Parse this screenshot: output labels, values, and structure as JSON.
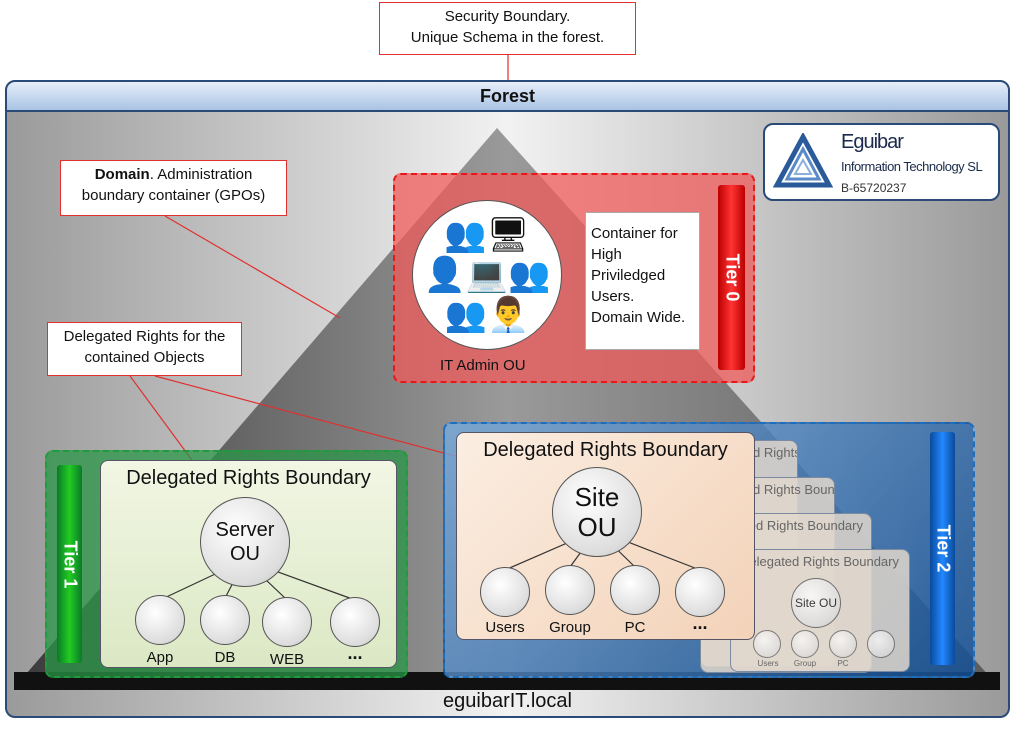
{
  "top_callout": {
    "line1": "Security Boundary.",
    "line2": "Unique Schema in the forest."
  },
  "forest": {
    "title": "Forest",
    "domain_name": "eguibarIT.local"
  },
  "logo": {
    "name": "Eguibar",
    "subtitle": "Information Technology SL",
    "id": "B-65720237"
  },
  "domain_callout": {
    "bold": "Domain",
    "text": ". Administration boundary container (GPOs)"
  },
  "delegated_callout": {
    "text": "Delegated Rights for the contained Objects"
  },
  "tier0": {
    "label": "Tier 0",
    "ou": "IT Admin OU",
    "description": [
      "Container for",
      "High",
      "Priviledged",
      "Users.",
      "Domain Wide."
    ]
  },
  "tier1": {
    "label": "Tier 1",
    "boundary": "Delegated Rights Boundary",
    "ou_line1": "Server",
    "ou_line2": "OU",
    "children": [
      "App",
      "DB",
      "WEB",
      "..."
    ]
  },
  "tier2": {
    "label": "Tier 2",
    "boundary": "Delegated Rights Boundary",
    "ou_line1": "Site",
    "ou_line2": "OU",
    "children": [
      "Users",
      "Group",
      "PC",
      "..."
    ],
    "stack_cards": [
      "Delegated Rights Boundary",
      "Delegated Rights Boundary",
      "Delegated Rights Boundary",
      "Delegated Rights Boundary"
    ],
    "stack_ou": "Site OU",
    "stack_children": [
      "Users",
      "Group",
      "PC",
      ""
    ]
  },
  "colors": {
    "tier0": "#e81818",
    "tier1": "#1f9a3c",
    "tier2": "#1a6fc0",
    "callout_border": "#e03030"
  }
}
